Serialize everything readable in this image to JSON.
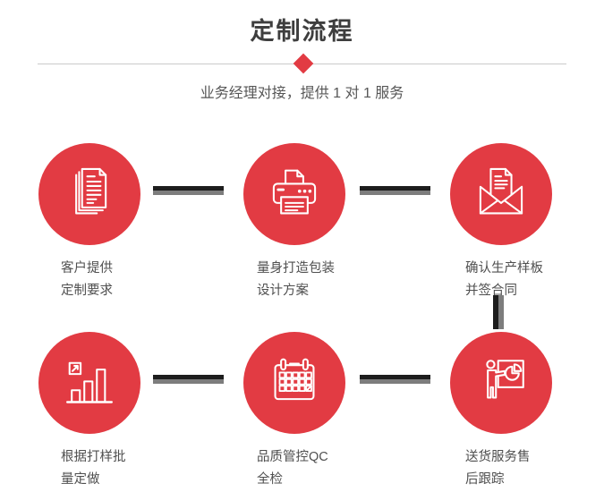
{
  "header": {
    "title": "定制流程",
    "subtitle": "业务经理对接，提供 1 对 1 服务"
  },
  "steps": [
    {
      "icon": "documents-icon",
      "label_lines": [
        "客户提供",
        "定制要求"
      ]
    },
    {
      "icon": "printer-icon",
      "label_lines": [
        "量身打造包装",
        "设计方案"
      ]
    },
    {
      "icon": "envelope-letter-icon",
      "label_lines": [
        "确认生产样板",
        "并签合同"
      ]
    },
    {
      "icon": "bar-chart-growth-icon",
      "label_lines": [
        "根据打样批",
        "量定做"
      ]
    },
    {
      "icon": "calendar-icon",
      "label_lines": [
        "品质管控QC",
        "全检"
      ]
    },
    {
      "icon": "presentation-pie-chart-icon",
      "label_lines": [
        "送货服务售",
        "后跟踪"
      ]
    }
  ],
  "colors": {
    "accent_red": "#e23b43",
    "icon_stroke": "#ffffff",
    "connector_dark": "#1d1d1d",
    "connector_gray": "#7d7d7d",
    "title_color": "#3e3e3e",
    "subtitle_color": "#565656",
    "label_color": "#4f4f4f",
    "divider_color": "#cacaca"
  }
}
